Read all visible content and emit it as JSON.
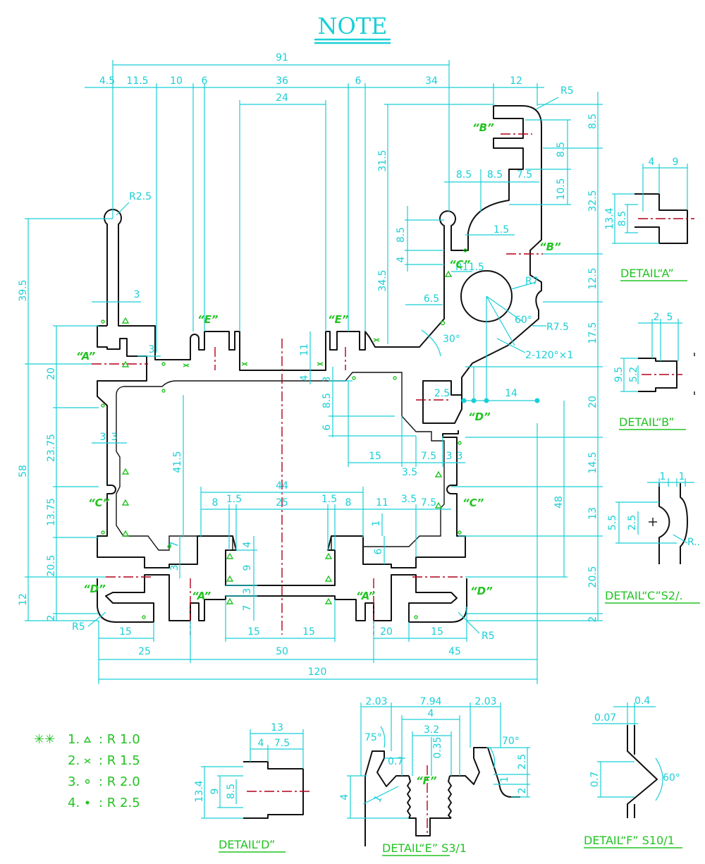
{
  "title": "NOTE",
  "labels": {
    "A": "“A”",
    "B": "“B”",
    "C": "“C”",
    "D": "“D”",
    "E": "“E”",
    "F": "“F”"
  },
  "top_dims": {
    "overall": "91",
    "d4_5": "4.5",
    "d11_5": "11.5",
    "d10": "10",
    "d6a": "6",
    "d36": "36",
    "d6b": "6",
    "d34": "34",
    "d12": "12",
    "d24": "24",
    "r5": "R5",
    "r2_5": "R2.5"
  },
  "left_dims": {
    "d39_5": "39.5",
    "d58": "58",
    "d20": "20",
    "d23_75": "23.75",
    "d13_75": "13.75",
    "d20_5": "20.5",
    "d12": "12",
    "d2": "2",
    "d3a": "3",
    "d3b": "3",
    "d3c": "3",
    "d3d": "3",
    "r5": "R5"
  },
  "mid_dims": {
    "d31_5": "31.5",
    "d8_5a": "8.5",
    "d4": "4",
    "d34_5": "34.5",
    "d6_5": "6.5",
    "d30deg": "30°",
    "d60deg": "60°",
    "r11_5": "R11.5",
    "r7": "R7",
    "r7_5": "R7.5",
    "holes": "2-120°×1",
    "d2_5": "2.5",
    "d14": "14",
    "d11": "11",
    "d4b": "4",
    "d3e": "3",
    "d8_5b": "8.5",
    "d6": "6",
    "d41_5": "41.5",
    "d44": "44",
    "d15a": "15",
    "d7_5a": "7.5",
    "d3_5a": "3.5",
    "d3f": "3",
    "d3g": "3",
    "d8a": "8",
    "d1_5a": "1.5",
    "d25": "25",
    "d1_5b": "1.5",
    "d8b": "8",
    "d11b": "11",
    "d3_5b": "3.5",
    "d7_5b": "7.5",
    "d1": "1",
    "d7a": "7",
    "d4c": "4",
    "d9": "9",
    "d3h": "3",
    "d3i": "3",
    "d7b": "7",
    "d6c": "6",
    "d48": "48",
    "d8_5c": "8.5",
    "d8_5d": "8.5",
    "d7_5c": "7.5",
    "d1_5c": "1.5",
    "d10_5": "10.5",
    "d8_5e": "8.5"
  },
  "right_dims": {
    "d8_5": "8.5",
    "d32_5": "32.5",
    "d12_5": "12.5",
    "d17_5": "17.5",
    "d20": "20",
    "d14_5": "14.5",
    "d13": "13",
    "d20_5": "20.5",
    "d2": "2"
  },
  "bottom_dims": {
    "d15a": "15",
    "d25": "25",
    "d15b": "15",
    "d15c": "15",
    "d50": "50",
    "d20": "20",
    "d15d": "15",
    "d45": "45",
    "d120": "120",
    "r5a": "R5",
    "r5b": "R5"
  },
  "detail_a": {
    "title": "DETAIL“A”",
    "d4": "4",
    "d9": "9",
    "d13_4": "13.4",
    "d8_5": "8.5"
  },
  "detail_b": {
    "title": "DETAIL“B”",
    "d2": "2",
    "d5": "5",
    "d9_5": "9.5",
    "d5_2": "5.2"
  },
  "detail_c": {
    "title": "DETAIL“C”S2/.",
    "d1a": "1",
    "d1b": "1",
    "d5_5": "5.5",
    "d2_5": "2.5",
    "r": "R.."
  },
  "detail_d": {
    "title": "DETAIL“D”",
    "d13": "13",
    "d4": "4",
    "d7_5": "7.5",
    "d13_4": "13.4",
    "d9": "9",
    "d8_5": "8.5"
  },
  "detail_e": {
    "title": "DETAIL“E” S3/1",
    "d2_03a": "2.03",
    "d7_94": "7.94",
    "d2_03b": "2.03",
    "d4": "4",
    "d3_2": "3.2",
    "d75deg": "75°",
    "d0_7": "0.7",
    "d0_35": "0.35",
    "d70deg": "70°",
    "d2_5": "2.5",
    "d1a": "1",
    "d2": "2",
    "d4b": "4",
    "d1b": "1"
  },
  "detail_f": {
    "title": "DETAIL“F” S10/1",
    "d0_4": "0.4",
    "d0_07": "0.07",
    "d0_7": "0.7",
    "d60deg": "60°"
  },
  "notes": {
    "head": "✳✳",
    "n1": "1.",
    "n1_val": ": R 1.0",
    "n2": "2.",
    "n2_val": ": R 1.5",
    "n3": "3.",
    "n3_val": ": R 2.0",
    "n4": "4.",
    "n4_val": ": R 2.5"
  }
}
